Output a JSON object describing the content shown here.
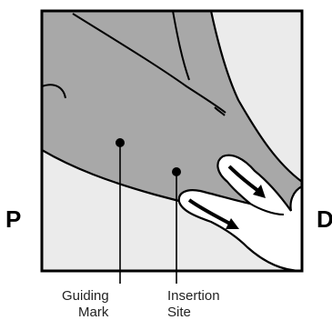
{
  "labels": {
    "proximal": "P",
    "distal": "D",
    "guiding_mark_line1": "Guiding",
    "guiding_mark_line2": "Mark",
    "insertion_site_line1": "Insertion",
    "insertion_site_line2": "Site"
  },
  "colors": {
    "background": "#ffffff",
    "frame_fill": "#ebebeb",
    "frame_stroke": "#000000",
    "arm_fill": "#a8a8a8",
    "hand_fill": "#ffffff",
    "outline": "#000000"
  },
  "icons": {
    "arrow_direction": "proximal-to-distal"
  }
}
